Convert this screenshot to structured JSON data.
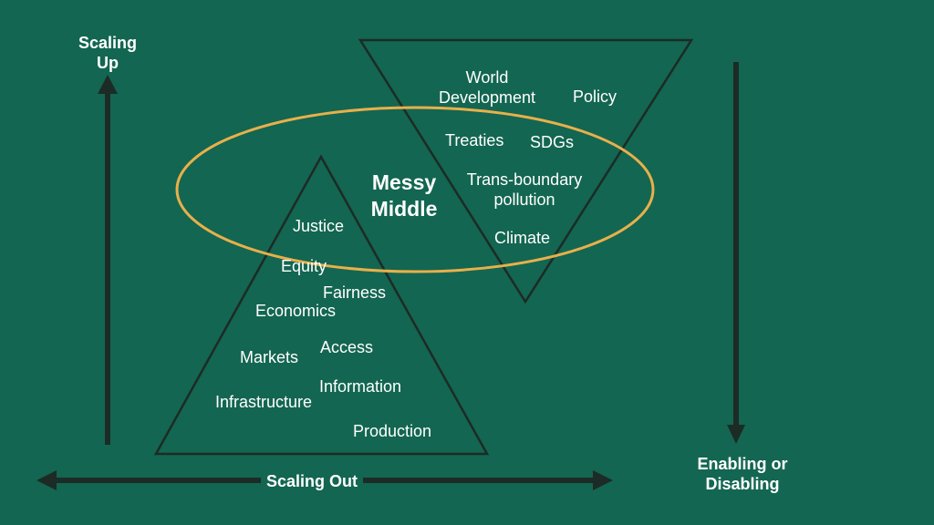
{
  "colors": {
    "background": "#136651",
    "lines": "#1c2b26",
    "ellipse": "#e8b04b",
    "text": "#ffffff"
  },
  "axes": {
    "scaling_up_line1": "Scaling",
    "scaling_up_line2": "Up",
    "scaling_out": "Scaling Out",
    "enabling_line1": "Enabling or",
    "enabling_line2": "Disabling"
  },
  "center": {
    "line1": "Messy",
    "line2": "Middle"
  },
  "inverted_triangle": {
    "world_line1": "World",
    "world_line2": "Development",
    "policy": "Policy",
    "treaties": "Treaties",
    "sdgs": "SDGs",
    "transboundary_line1": "Trans-boundary",
    "transboundary_line2": "pollution",
    "climate": "Climate"
  },
  "upright_triangle": {
    "justice": "Justice",
    "equity": "Equity",
    "fairness": "Fairness",
    "economics": "Economics",
    "access": "Access",
    "markets": "Markets",
    "information": "Information",
    "infrastructure": "Infrastructure",
    "production": "Production"
  }
}
